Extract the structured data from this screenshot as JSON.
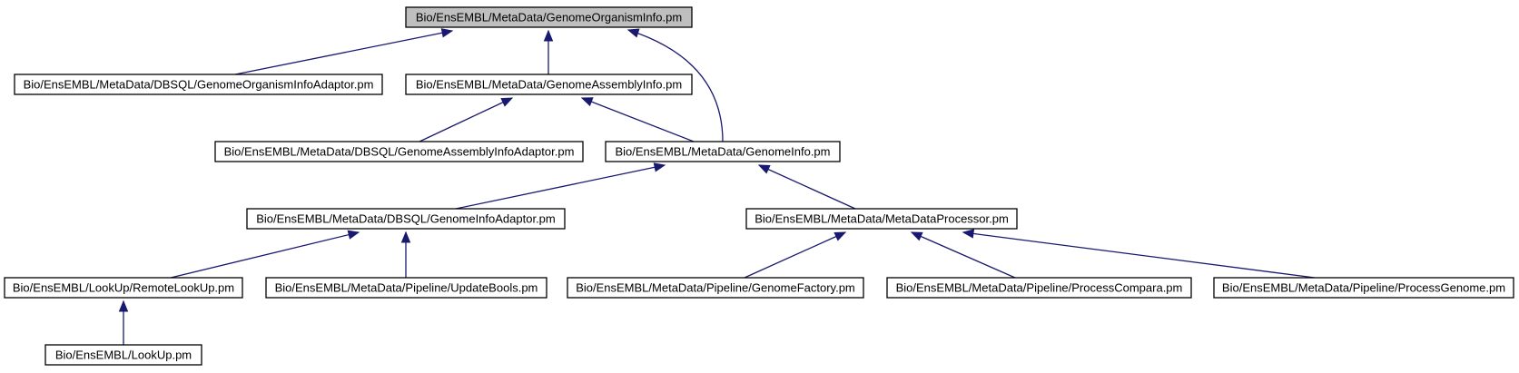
{
  "colors": {
    "background": "#ffffff",
    "root_fill": "#bfbfbf",
    "node_fill": "#ffffff",
    "node_border": "#000000",
    "edge": "#191970"
  },
  "nodes": {
    "genome_organism_info": "Bio/EnsEMBL/MetaData/GenomeOrganismInfo.pm",
    "genome_organism_info_adaptor": "Bio/EnsEMBL/MetaData/DBSQL/GenomeOrganismInfoAdaptor.pm",
    "genome_assembly_info": "Bio/EnsEMBL/MetaData/GenomeAssemblyInfo.pm",
    "genome_assembly_info_adaptor": "Bio/EnsEMBL/MetaData/DBSQL/GenomeAssemblyInfoAdaptor.pm",
    "genome_info": "Bio/EnsEMBL/MetaData/GenomeInfo.pm",
    "genome_info_adaptor": "Bio/EnsEMBL/MetaData/DBSQL/GenomeInfoAdaptor.pm",
    "meta_data_processor": "Bio/EnsEMBL/MetaData/MetaDataProcessor.pm",
    "remote_look_up": "Bio/EnsEMBL/LookUp/RemoteLookUp.pm",
    "update_bools": "Bio/EnsEMBL/MetaData/Pipeline/UpdateBools.pm",
    "genome_factory": "Bio/EnsEMBL/MetaData/Pipeline/GenomeFactory.pm",
    "process_compara": "Bio/EnsEMBL/MetaData/Pipeline/ProcessCompara.pm",
    "process_genome": "Bio/EnsEMBL/MetaData/Pipeline/ProcessGenome.pm",
    "look_up": "Bio/EnsEMBL/LookUp.pm"
  },
  "edges": [
    {
      "from": "genome_organism_info_adaptor",
      "to": "genome_organism_info"
    },
    {
      "from": "genome_assembly_info",
      "to": "genome_organism_info"
    },
    {
      "from": "genome_info",
      "to": "genome_organism_info"
    },
    {
      "from": "genome_assembly_info_adaptor",
      "to": "genome_assembly_info"
    },
    {
      "from": "genome_info",
      "to": "genome_assembly_info"
    },
    {
      "from": "genome_info_adaptor",
      "to": "genome_info"
    },
    {
      "from": "meta_data_processor",
      "to": "genome_info"
    },
    {
      "from": "remote_look_up",
      "to": "genome_info_adaptor"
    },
    {
      "from": "update_bools",
      "to": "genome_info_adaptor"
    },
    {
      "from": "genome_factory",
      "to": "meta_data_processor"
    },
    {
      "from": "process_compara",
      "to": "meta_data_processor"
    },
    {
      "from": "process_genome",
      "to": "meta_data_processor"
    },
    {
      "from": "look_up",
      "to": "remote_look_up"
    }
  ]
}
